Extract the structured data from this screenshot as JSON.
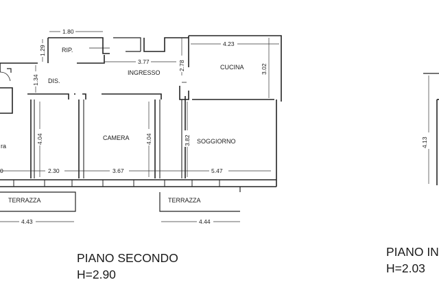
{
  "rooms": {
    "rip": "RIP.",
    "ingresso": "INGRESSO",
    "cucina": "CUCINA",
    "dis": "DIS.",
    "camera": "CAMERA",
    "soggiorno": "SOGGIORNO",
    "camera_left_partial": "ra",
    "terrazza_left": "TERRAZZA",
    "terrazza_right": "TERRAZZA"
  },
  "dimensions": {
    "d_1_80": "1.80",
    "d_1_29": "1.29",
    "d_3_77": "3.77",
    "d_2_78": "2.78",
    "d_4_23": "4.23",
    "d_3_02": "3.02",
    "d_1_34": "1.34",
    "d_4_04_left": "4.04",
    "d_4_04_mid": "4.04",
    "d_3_82": "3.82",
    "d_2_30": "2.30",
    "d_3_67": "3.67",
    "d_5_47": "5.47",
    "d_4_43": "4.43",
    "d_4_44": "4.44",
    "d_4_13": "4.13",
    "d_left_edge": "0"
  },
  "floors": {
    "second_title": "PIANO SECONDO",
    "second_height": "H=2.90",
    "next_title_partial": "PIANO IN",
    "next_height": "H=2.03"
  }
}
